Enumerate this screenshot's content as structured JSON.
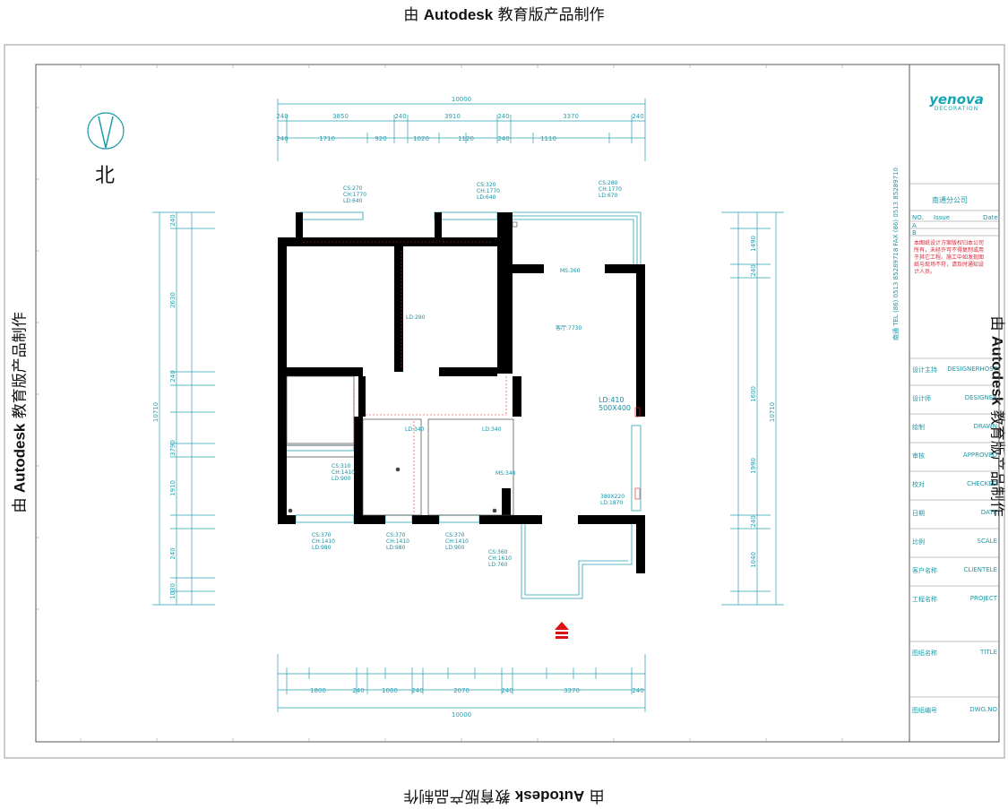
{
  "watermark": {
    "prefix": "由",
    "brand": "Autodesk",
    "suffix": "教育版产品制作"
  },
  "north": {
    "label": "北"
  },
  "title_block": {
    "logo_text": "yenova",
    "logo_sub": "DECORATION",
    "branch": "南通分公司",
    "revision_header": {
      "no": "NO.",
      "issue": "Issue",
      "date": "Date"
    },
    "revision_marks": [
      "A",
      "B"
    ],
    "phone_vertical": "南通  TEL (86) 0513 85289718  FAX (86) 0513 85289710",
    "rows": [
      {
        "cn": "设计主持",
        "en": "DESIGNERHOST"
      },
      {
        "cn": "设计师",
        "en": "DESIGNER"
      },
      {
        "cn": "绘制",
        "en": "DRAWN"
      },
      {
        "cn": "审核",
        "en": "APPROVED"
      },
      {
        "cn": "校对",
        "en": "CHECKED"
      },
      {
        "cn": "日期",
        "en": "DATE"
      },
      {
        "cn": "比例",
        "en": "SCALE"
      },
      {
        "cn": "客户名称",
        "en": "CLIENTELE"
      },
      {
        "cn": "工程名称",
        "en": "PROJECT"
      },
      {
        "cn": "图纸名称",
        "en": "TITLE"
      },
      {
        "cn": "图纸编号",
        "en": "DWG.NO"
      }
    ]
  },
  "dimensions": {
    "top_total": "10000",
    "top_row1": [
      "240",
      "3850",
      "240",
      "3910",
      "240",
      "3370",
      "240"
    ],
    "top_row2": [
      "240",
      "1710",
      "920",
      "1020",
      "1120",
      "240",
      "1110"
    ],
    "bottom_total": "10000",
    "bottom_row1": [
      "1800",
      "240",
      "1060",
      "240",
      "2070",
      "240",
      "3370",
      "240"
    ],
    "left_row": [
      "240",
      "2630",
      "240",
      "3790",
      "1910",
      "240",
      "1030"
    ],
    "right_row": [
      "1490",
      "240",
      "1600",
      "1990",
      "240",
      "1040"
    ]
  },
  "rooms": [
    {
      "name": "LD:290"
    },
    {
      "name": "客厅:7730"
    },
    {
      "name": "LD:340"
    },
    {
      "name": "LD:340"
    },
    {
      "name": "MS:340"
    },
    {
      "name": "MS:360"
    }
  ],
  "openings": [
    {
      "text": [
        "CS:270",
        "CH:1770",
        "LD:640"
      ]
    },
    {
      "text": [
        "CS:320",
        "CH:1770",
        "LD:640"
      ]
    },
    {
      "text": [
        "CS:280",
        "CH:1770",
        "LD:670"
      ]
    },
    {
      "text": [
        "CS:370",
        "CH:1410",
        "LD:980"
      ]
    },
    {
      "text": [
        "CS:370",
        "CH:1410",
        "LD:980"
      ]
    },
    {
      "text": [
        "CS:370",
        "CH:1410",
        "LD:900"
      ]
    },
    {
      "text": [
        "CS:360",
        "CH:1610",
        "LD:760"
      ]
    },
    {
      "text": [
        "CS:310",
        "CH:1410",
        "LD:900"
      ]
    }
  ],
  "main_door": {
    "label": "LD:410",
    "size": "500X400"
  },
  "door_size": {
    "label": "380X220",
    "sub": "LD:1870"
  },
  "note_text": "本图纸设计方案版权归本公司所有，未经许可不得复制或用于其它工程。施工中如发现图纸与现场不符，请及时通知设计人员。"
}
